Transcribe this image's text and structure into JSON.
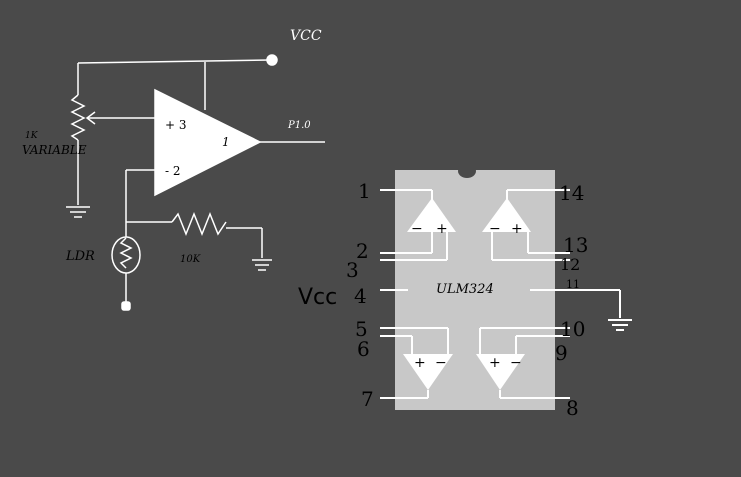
{
  "colors": {
    "background": "#4a4a4a",
    "wire": "#ffffff",
    "opamp_fill": "#ffffff",
    "chip_body": "#c8c8c8",
    "ink": "#000000"
  },
  "circuit": {
    "vcc_label": "VCC",
    "opamp_plus_label": "+ 3",
    "opamp_minus_label": "- 2",
    "opamp_out_label": "1",
    "output_label": "P1.0",
    "pot_value_label": "1K",
    "pot_name_label": "VARIABLE",
    "ldr_label": "LDR",
    "resistor_label": "10K",
    "icons": [
      "resistor-icon",
      "potentiometer-icon",
      "ground-icon",
      "ldr-icon",
      "opamp-icon",
      "terminal-icon"
    ]
  },
  "chip": {
    "name": "ULM324",
    "vcc_pin_label": "Vcc",
    "left_pins": [
      "1",
      "2",
      "3",
      "4",
      "5",
      "6",
      "7"
    ],
    "right_pins": [
      "14",
      "13",
      "12",
      "11",
      "10",
      "9",
      "8"
    ],
    "amp_signs": {
      "plus": "+",
      "minus": "−"
    }
  }
}
